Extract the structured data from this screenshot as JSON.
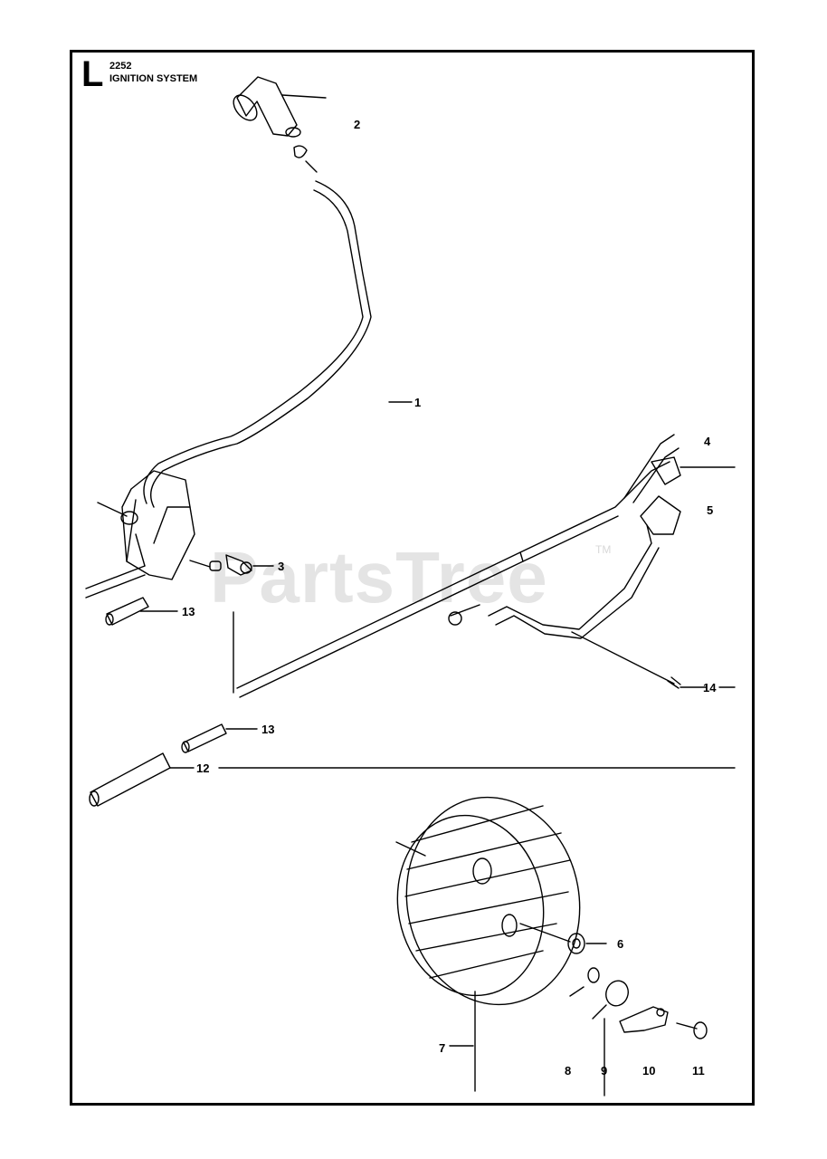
{
  "diagram": {
    "section_letter": "L",
    "model": "2252",
    "title": "IGNITION SYSTEM",
    "watermark": "PartsTree",
    "watermark_tm": "TM",
    "callouts": {
      "c1": "1",
      "c2": "2",
      "c3": "3",
      "c4": "4",
      "c5": "5",
      "c6": "6",
      "c7": "7",
      "c8": "8",
      "c9": "9",
      "c10": "10",
      "c11": "11",
      "c12": "12",
      "c13a": "13",
      "c13b": "13",
      "c14": "14"
    }
  }
}
